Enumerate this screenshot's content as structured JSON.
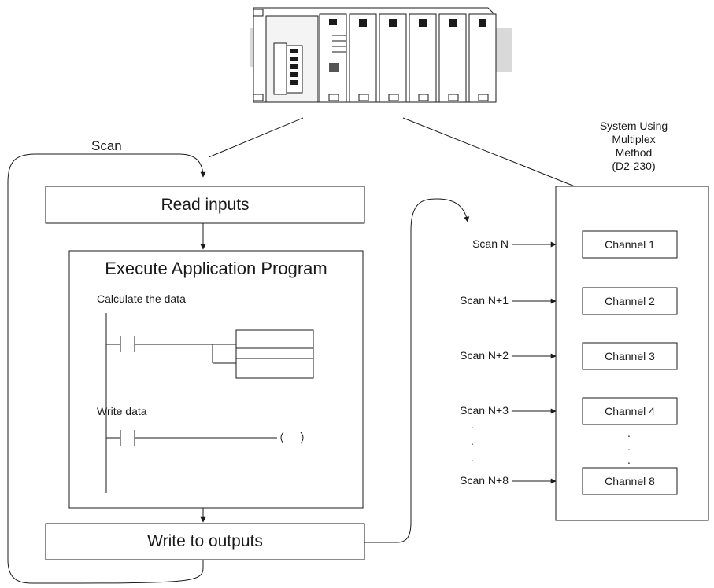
{
  "scan_label": "Scan",
  "system": {
    "line1": "System Using",
    "line2": "Multiplex",
    "line3": "Method",
    "line4": "(D2-230)"
  },
  "read_inputs": "Read inputs",
  "execute_title": "Execute Application Program",
  "calculate_label": "Calculate the data",
  "write_data_label": "Write data",
  "write_outputs": "Write to outputs",
  "scans": [
    "Scan N",
    "Scan N+1",
    "Scan N+2",
    "Scan N+3",
    "Scan N+8"
  ],
  "channels": [
    "Channel 1",
    "Channel 2",
    "Channel 3",
    "Channel 4",
    "Channel 8"
  ],
  "ellipsis_dot": "."
}
